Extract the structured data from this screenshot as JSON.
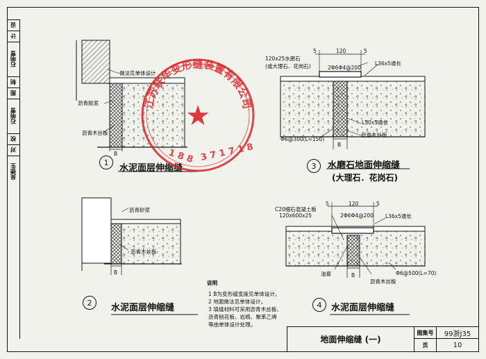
{
  "left_strip": {
    "cells": [
      "设",
      "计",
      "石响雪",
      "制",
      "图",
      "石响雪",
      "校",
      "对",
      "吴德生"
    ]
  },
  "details": [
    {
      "number": "1",
      "caption": "水泥面层伸缩缝",
      "labels": [
        "做法见单体设计",
        "沥青胶泥",
        "沥青木丝板",
        "B"
      ]
    },
    {
      "number": "2",
      "caption": "水泥面层伸缩缝",
      "labels": [
        "沥青砂浆",
        "沥青木丝板",
        "B"
      ]
    },
    {
      "number": "3",
      "caption": "水磨石地面伸缩缝",
      "subcaption": "(大理石．花岗石)",
      "labels": [
        "120x25水磨石",
        "(或大理石、花岗石)",
        "2Φ6Φ4@200",
        "L36x5通长",
        "L50x5通长",
        "沥青木丝板",
        "Φ6@300(L=150)",
        "5",
        "120",
        "5",
        "B"
      ]
    },
    {
      "number": "4",
      "caption": "水泥面层伸缩缝",
      "labels": [
        "C20细石混凝土板",
        "120x600x25",
        "2Φ6Φ4@200",
        "L36x5通长",
        "Φ6@500(L=70)",
        "油膏",
        "沥青木丝板",
        "5",
        "120",
        "5",
        "B"
      ]
    }
  ],
  "notes": {
    "heading": "说明",
    "items": [
      "1  B为变形缝宽度见单体设计。",
      "2  地面做法见单体设计。",
      "3  填缝材料可采用沥青木丝板、",
      "   沥青刨花板、岩棉、聚苯乙烯",
      "   等由单体设计处理。"
    ]
  },
  "seal": {
    "company": "江苏联华变形缝装置有限公司",
    "phone_left": "1 8 8",
    "phone_right": "3 7 1 7 1 8",
    "star": "★"
  },
  "title_block": {
    "sheet_title": "地面伸缩缝 (一)",
    "atlas_label": "图集号",
    "atlas_no": "99浙J35",
    "page_label": "页",
    "page_no": "10"
  },
  "colors": {
    "ink": "#111111",
    "paper": "#f2f2ec",
    "seal": "#d8262c"
  }
}
